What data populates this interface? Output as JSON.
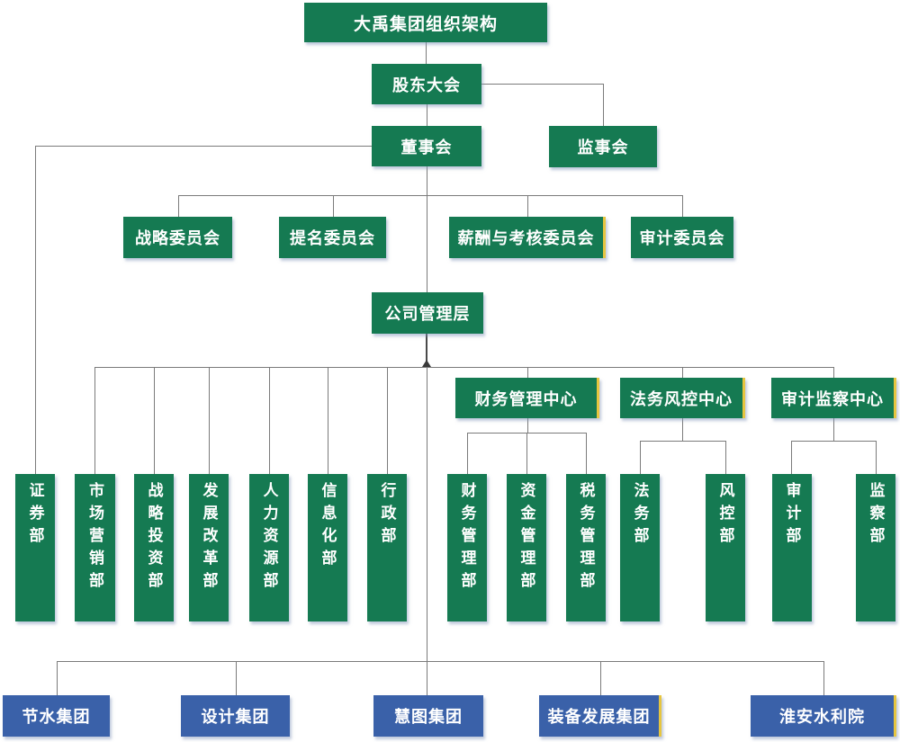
{
  "colors": {
    "node_green": "#157A52",
    "node_blue": "#3A61A9",
    "highlight_yellow": "#E6C540",
    "connector_gray": "#7b7b7b",
    "text_white": "#ffffff"
  },
  "nodes": {
    "title": {
      "label": "大禹集团组织架构"
    },
    "shareholders": {
      "label": "股东大会"
    },
    "board": {
      "label": "董事会"
    },
    "supervisory": {
      "label": "监事会"
    },
    "strategy_committee": {
      "label": "战略委员会"
    },
    "nomination_committee": {
      "label": "提名委员会"
    },
    "compensation_committee": {
      "label": "薪酬与考核委员会"
    },
    "audit_committee": {
      "label": "审计委员会"
    },
    "management": {
      "label": "公司管理层"
    },
    "securities": {
      "label": "证券部"
    },
    "marketing": {
      "label": "市场营销部"
    },
    "strategic_investment": {
      "label": "战略投资部"
    },
    "development_reform": {
      "label": "发展改革部"
    },
    "human_resources": {
      "label": "人力资源部"
    },
    "information": {
      "label": "信息化部"
    },
    "administration": {
      "label": "行政部"
    },
    "finance_center": {
      "label": "财务管理中心"
    },
    "finance_dept": {
      "label": "财务管理部"
    },
    "treasury_dept": {
      "label": "资金管理部"
    },
    "tax_dept": {
      "label": "税务管理部"
    },
    "legal_center": {
      "label": "法务风控中心"
    },
    "legal_dept": {
      "label": "法务部"
    },
    "risk_dept": {
      "label": "风控部"
    },
    "audit_center": {
      "label": "审计监察中心"
    },
    "audit_dept": {
      "label": "审计部"
    },
    "supervision_dept": {
      "label": "监察部"
    },
    "jieshui_group": {
      "label": "节水集团"
    },
    "design_group": {
      "label": "设计集团"
    },
    "huitu_group": {
      "label": "慧图集团"
    },
    "equipment_group": {
      "label": "装备发展集团"
    },
    "huaian_institute": {
      "label": "淮安水利院"
    }
  }
}
